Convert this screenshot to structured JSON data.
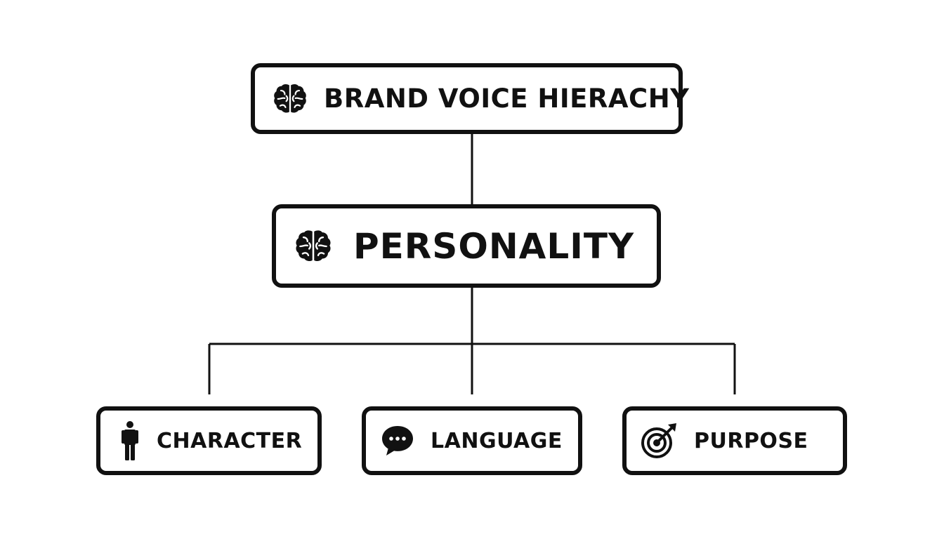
{
  "diagram": {
    "root": {
      "label": "BRAND VOICE HIERACHY",
      "icon": "brain-icon"
    },
    "middle": {
      "label": "PERSONALITY",
      "icon": "brain-icon"
    },
    "children": [
      {
        "label": "CHARACTER",
        "icon": "person-icon"
      },
      {
        "label": "LANGUAGE",
        "icon": "speech-bubble-icon"
      },
      {
        "label": "PURPOSE",
        "icon": "target-icon"
      }
    ]
  },
  "colors": {
    "stroke": "#111111",
    "background": "#ffffff"
  }
}
